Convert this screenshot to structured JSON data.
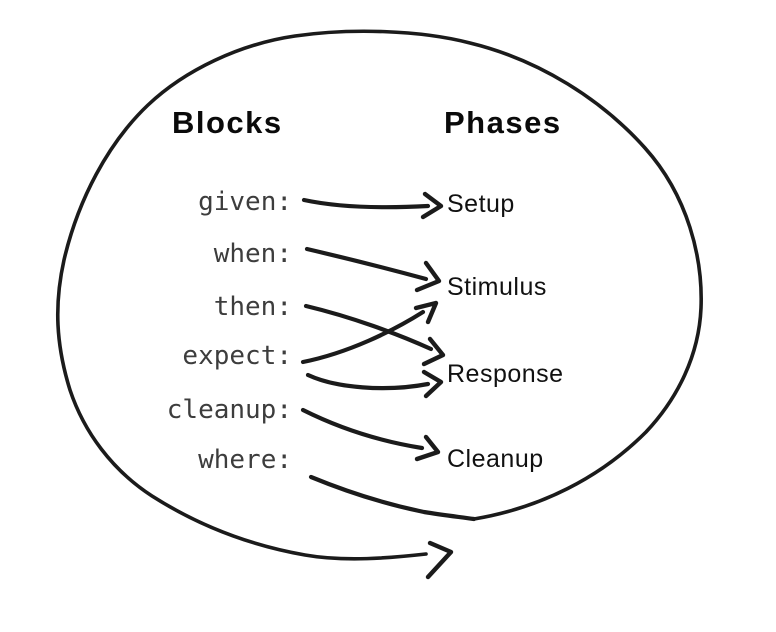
{
  "diagram": {
    "headers": {
      "left": "Blocks",
      "right": "Phases"
    },
    "blocks": [
      "given:",
      "when:",
      "then:",
      "expect:",
      "cleanup:",
      "where:"
    ],
    "phases": [
      "Setup",
      "Stimulus",
      "Response",
      "Cleanup"
    ],
    "connections": [
      {
        "from": "given:",
        "to": "Setup"
      },
      {
        "from": "when:",
        "to": "Stimulus"
      },
      {
        "from": "then:",
        "to": "Response"
      },
      {
        "from": "expect:",
        "to": "Stimulus"
      },
      {
        "from": "expect:",
        "to": "Response"
      },
      {
        "from": "cleanup:",
        "to": "Cleanup"
      },
      {
        "from": "where:",
        "to": "outside-enclosure"
      }
    ],
    "colors": {
      "ink": "#1b1b1b",
      "block_label_text": "#3d3d3d",
      "phase_label_text": "#111111",
      "background": "#ffffff"
    }
  }
}
